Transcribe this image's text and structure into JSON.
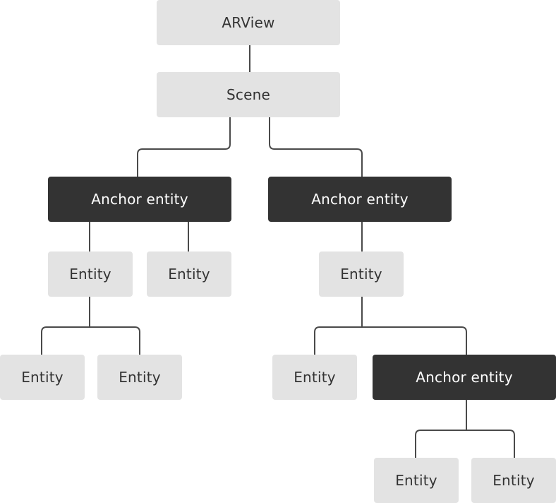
{
  "colors": {
    "light_node_fill": "#e3e3e3",
    "light_node_text": "#333333",
    "dark_node_fill": "#333333",
    "dark_node_text": "#ffffff",
    "connector": "#4a4a4a"
  },
  "nodes": {
    "arview": {
      "label": "ARView",
      "style": "light"
    },
    "scene": {
      "label": "Scene",
      "style": "light"
    },
    "anchor_left": {
      "label": "Anchor entity",
      "style": "dark"
    },
    "anchor_right": {
      "label": "Anchor entity",
      "style": "dark"
    },
    "entity_l1": {
      "label": "Entity",
      "style": "light"
    },
    "entity_l2": {
      "label": "Entity",
      "style": "light"
    },
    "entity_l1a": {
      "label": "Entity",
      "style": "light"
    },
    "entity_l1b": {
      "label": "Entity",
      "style": "light"
    },
    "entity_r1": {
      "label": "Entity",
      "style": "light"
    },
    "entity_r1a": {
      "label": "Entity",
      "style": "light"
    },
    "anchor_r1b": {
      "label": "Anchor entity",
      "style": "dark"
    },
    "entity_r1b1": {
      "label": "Entity",
      "style": "light"
    },
    "entity_r1b2": {
      "label": "Entity",
      "style": "light"
    }
  },
  "edges": [
    [
      "arview",
      "scene"
    ],
    [
      "scene",
      "anchor_left"
    ],
    [
      "scene",
      "anchor_right"
    ],
    [
      "anchor_left",
      "entity_l1"
    ],
    [
      "anchor_left",
      "entity_l2"
    ],
    [
      "entity_l1",
      "entity_l1a"
    ],
    [
      "entity_l1",
      "entity_l1b"
    ],
    [
      "anchor_right",
      "entity_r1"
    ],
    [
      "entity_r1",
      "entity_r1a"
    ],
    [
      "entity_r1",
      "anchor_r1b"
    ],
    [
      "anchor_r1b",
      "entity_r1b1"
    ],
    [
      "anchor_r1b",
      "entity_r1b2"
    ]
  ]
}
